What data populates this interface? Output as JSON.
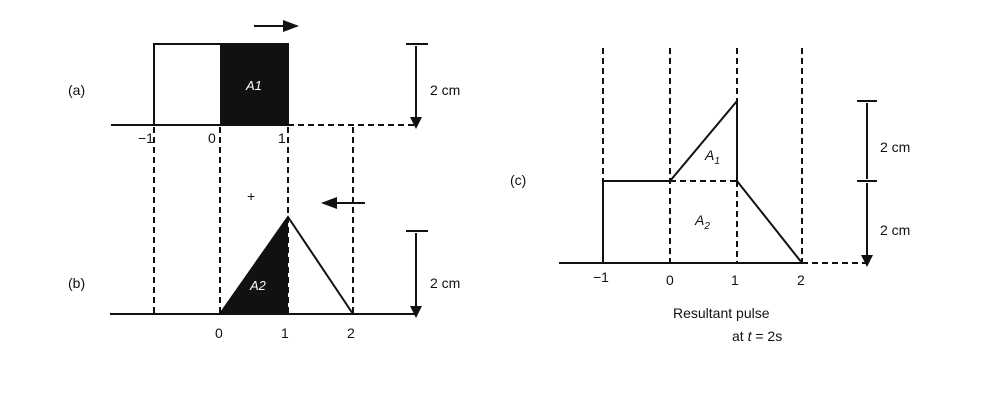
{
  "panel_a": {
    "label": "(a)",
    "area_label": "A1",
    "height_label": "2 cm",
    "ticks": [
      "−1",
      "0",
      "1"
    ]
  },
  "operator": "+",
  "panel_b": {
    "label": "(b)",
    "area_label": "A2",
    "height_label": "2 cm",
    "ticks": [
      "0",
      "1",
      "2"
    ]
  },
  "panel_c": {
    "label": "(c)",
    "area_labels": {
      "a1": "A",
      "a1_sub": "1",
      "a2": "A",
      "a2_sub": "2"
    },
    "height_labels": [
      "2 cm",
      "2 cm"
    ],
    "ticks": [
      "−1",
      "0",
      "1",
      "2"
    ],
    "caption_line1": "Resultant pulse",
    "caption_line2_pre": "at ",
    "caption_line2_var": "t",
    "caption_line2_post": " = 2s"
  },
  "colors": {
    "ink": "#111111",
    "background": "#ffffff"
  }
}
